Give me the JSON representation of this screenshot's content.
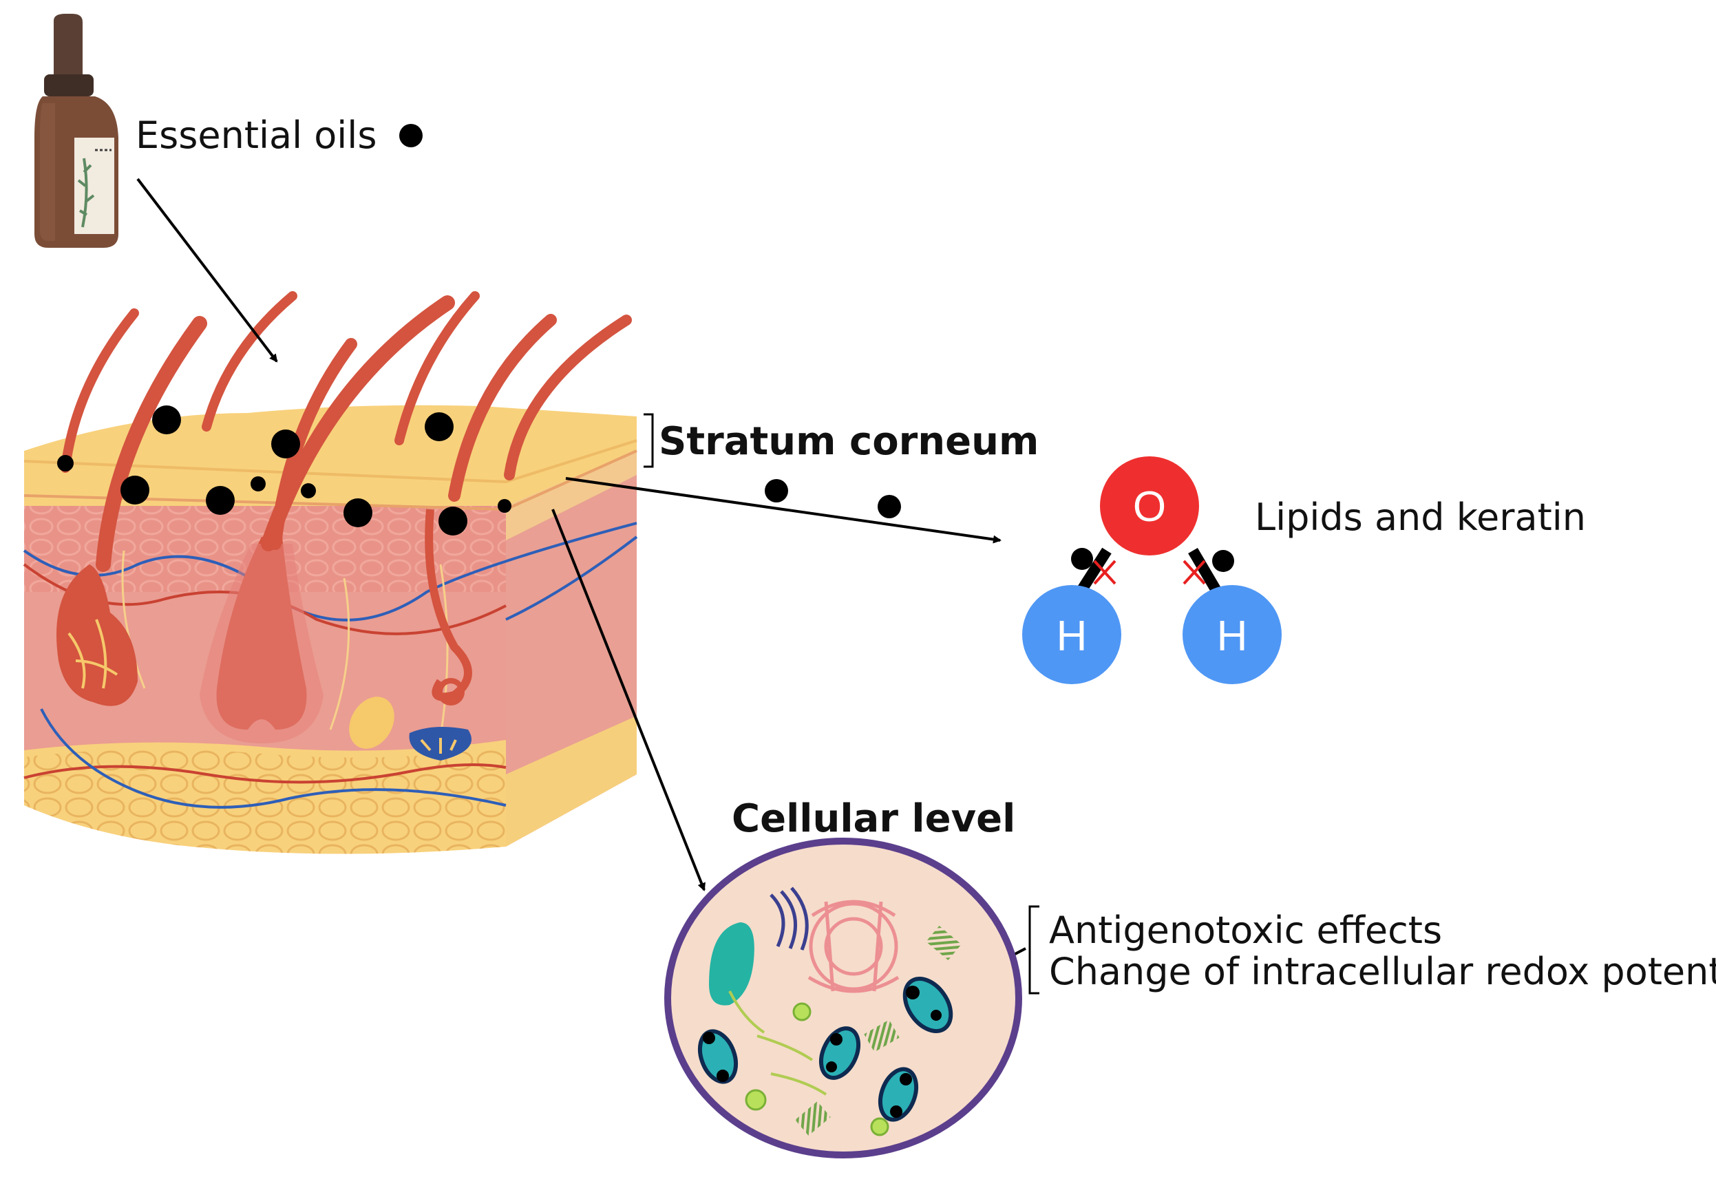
{
  "labels": {
    "essential_oils": "Essential oils",
    "stratum_corneum": "Stratum corneum",
    "lipids_keratin": "Lipids and keratin",
    "cellular_level": "Cellular level",
    "effect_1": "Antigenotoxic effects",
    "effect_2": "Change of intracellular redox potential"
  },
  "molecule": {
    "oxygen": "O",
    "hydrogen_left": "H",
    "hydrogen_right": "H"
  },
  "colors": {
    "oxygen": "#ef2f2f",
    "hydrogen": "#4f97f5",
    "skin_surface": "#f8d17c",
    "dermis": "#ea9d92",
    "hair": "#d85a45",
    "cell_fill": "#f6dccb",
    "cell_border": "#5b3f8c"
  }
}
